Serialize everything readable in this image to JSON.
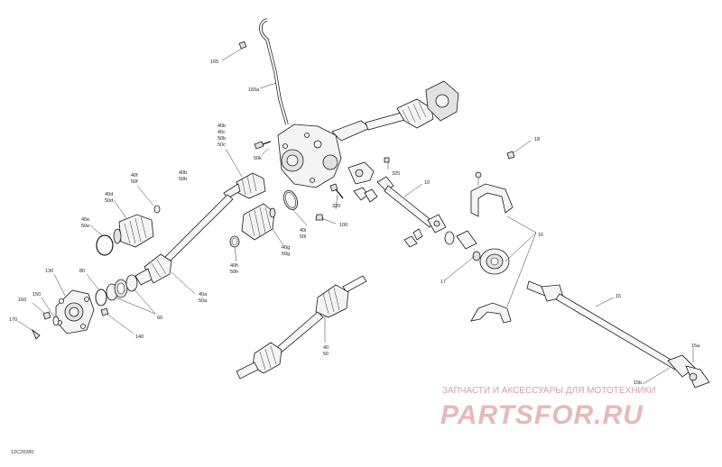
{
  "figure_code": "12C20280",
  "watermark": {
    "tagline": "ЗАПЧАСТИ И АКСЕССУАРЫ ДЛЯ МОТОТЕХНИКИ",
    "brand": "PARTSFOR.RU"
  },
  "callouts": {
    "c165": "165",
    "c165a": "165a",
    "c40b": "40b",
    "c40c": "40c",
    "c50b": "50b",
    "c50c": "50c",
    "c50k": "50k",
    "c40f": "40f",
    "c50f": "50f",
    "c40d": "40d",
    "c50d": "50d",
    "c40e": "40e",
    "c50e": "50e",
    "c130": "130",
    "c80": "80",
    "c160": "160",
    "c150": "150",
    "c170": "170",
    "c60": "60",
    "c140": "140",
    "c40a": "40a",
    "c50a": "50a",
    "c40i": "40i",
    "c50i": "50i",
    "c40g": "40g",
    "c50g": "50g",
    "c40h": "40h",
    "c50h": "50h",
    "c40": "40",
    "c50": "50",
    "c320": "320",
    "c100": "100",
    "c325": "325",
    "c18": "18",
    "c10": "10",
    "c16": "16",
    "c17": "17",
    "c15": "15",
    "c15a": "15a",
    "c15b": "15b"
  }
}
